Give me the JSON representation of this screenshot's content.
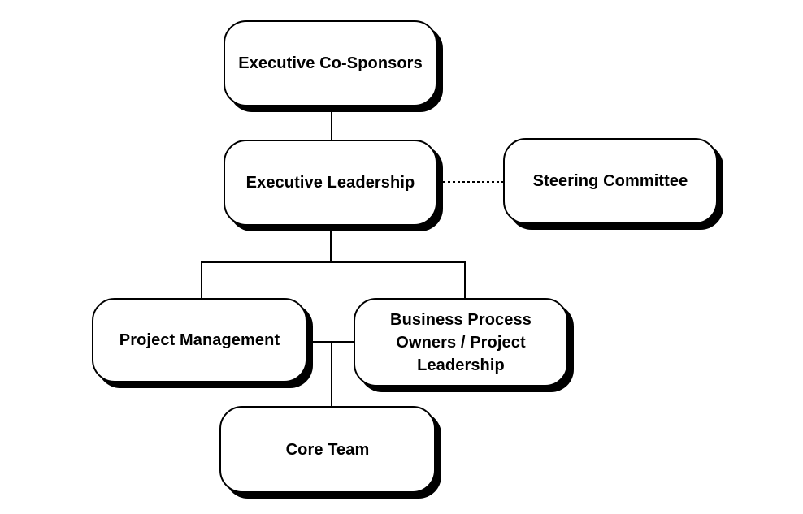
{
  "diagram": {
    "type": "org-chart",
    "background_color": "#ffffff",
    "node_fill_color": "#ffffff",
    "node_border_color": "#000000",
    "node_shadow_color": "#000000",
    "line_color": "#000000",
    "nodes": [
      {
        "id": "executive-co-sponsors",
        "label": "Executive Co-Sponsors"
      },
      {
        "id": "executive-leadership",
        "label": "Executive Leadership"
      },
      {
        "id": "steering-committee",
        "label": "Steering Committee"
      },
      {
        "id": "project-management",
        "label": "Project Management"
      },
      {
        "id": "business-process-owners",
        "label": "Business Process Owners / Project Leadership"
      },
      {
        "id": "core-team",
        "label": "Core Team"
      }
    ],
    "edges": [
      {
        "from": "executive-co-sponsors",
        "to": "executive-leadership",
        "style": "solid"
      },
      {
        "from": "executive-leadership",
        "to": "steering-committee",
        "style": "dotted"
      },
      {
        "from": "executive-leadership",
        "to": "project-management",
        "style": "solid"
      },
      {
        "from": "executive-leadership",
        "to": "business-process-owners",
        "style": "solid"
      },
      {
        "from": "project-management",
        "to": "core-team",
        "style": "solid"
      },
      {
        "from": "business-process-owners",
        "to": "core-team",
        "style": "solid"
      }
    ]
  }
}
